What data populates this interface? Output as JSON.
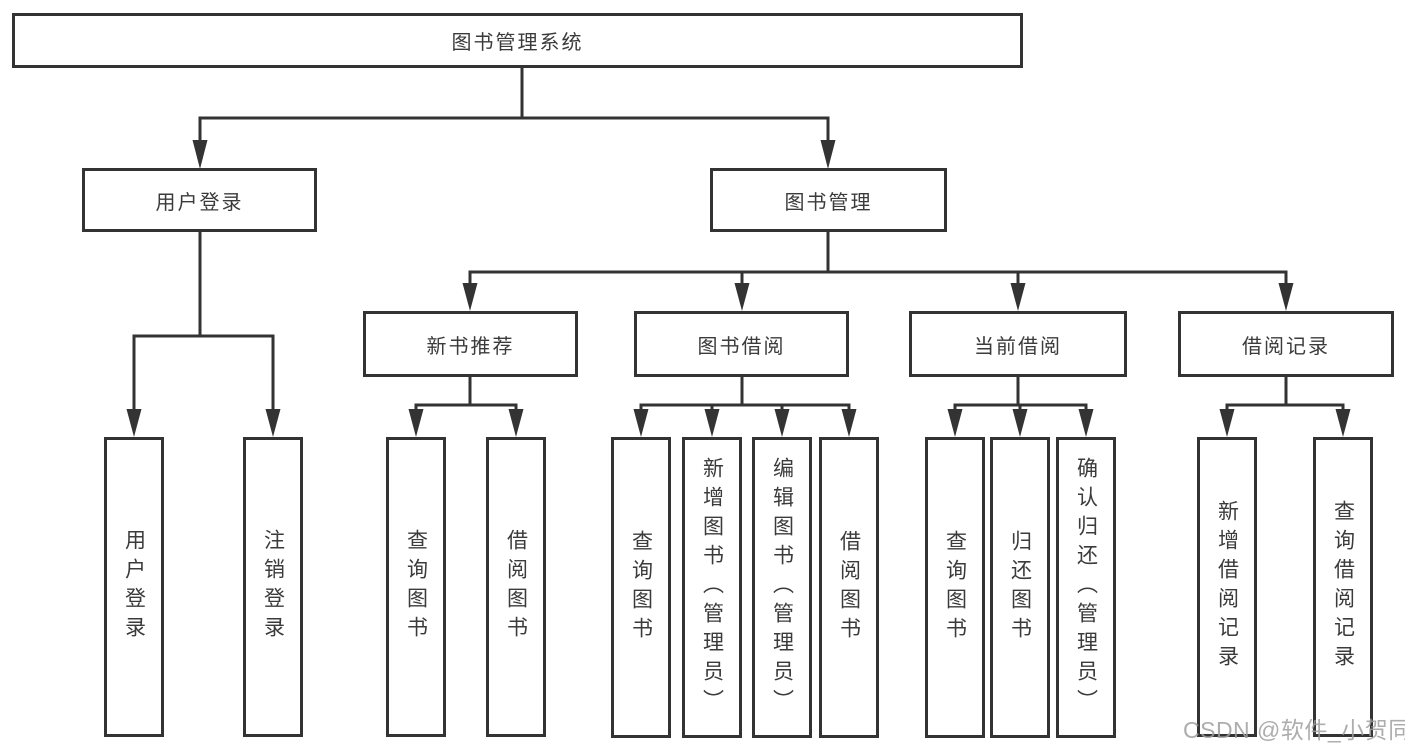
{
  "diagram": {
    "root": {
      "label": "图书管理系统"
    },
    "level2": [
      {
        "label": "用户登录"
      },
      {
        "label": "图书管理"
      }
    ],
    "level3": [
      {
        "label": "新书推荐"
      },
      {
        "label": "图书借阅"
      },
      {
        "label": "当前借阅"
      },
      {
        "label": "借阅记录"
      }
    ],
    "leaves": {
      "user_login": [
        "用户登录",
        "注销登录"
      ],
      "new_books": [
        "查询图书",
        "借阅图书"
      ],
      "book_borrow": [
        "查询图书",
        "新增图书（管理员）",
        "编辑图书（管理员）",
        "借阅图书"
      ],
      "current_borrow": [
        "查询图书",
        "归还图书",
        "确认归还（管理员）"
      ],
      "borrow_records": [
        "新增借阅记录",
        "查询借阅记录"
      ]
    }
  },
  "watermark": {
    "text": "CSDN @软件_小贺同学"
  },
  "colors": {
    "line": "#333333",
    "node_border": "#333333",
    "node_fill": "#ffffff",
    "text": "#3b3b3b",
    "watermark": "#9f9f9f",
    "background": "#ffffff"
  }
}
